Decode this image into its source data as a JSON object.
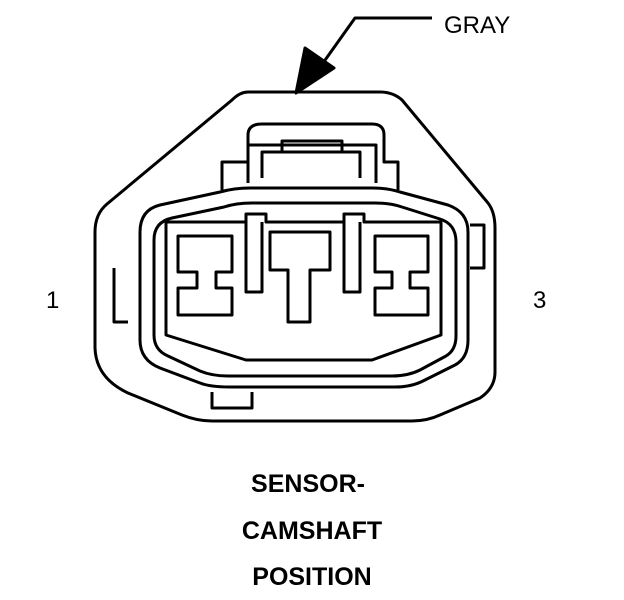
{
  "callout": {
    "color_label": "GRAY"
  },
  "pins": {
    "left": "1",
    "right": "3"
  },
  "title": {
    "line1": "SENSOR-",
    "line2": "CAMSHAFT",
    "line3": "POSITION"
  },
  "colors": {
    "stroke": "#000000",
    "background": "#ffffff"
  }
}
